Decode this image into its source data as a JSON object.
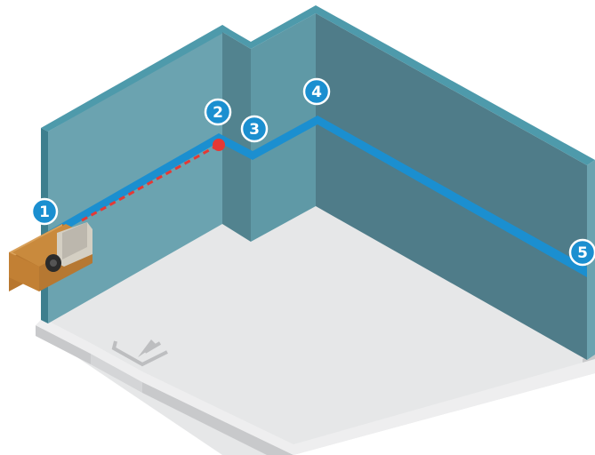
{
  "colors": {
    "background": "#ffffff",
    "wall_light": "#6ba3b0",
    "wall_mid": "#5a939f",
    "wall_dark": "#4f7c89",
    "wall_top": "#3f8ea0",
    "floor": "#e6e7e8",
    "floor_edge": "#c8c9cb",
    "laser_line": "#1b8fd0",
    "laser_beam": "#e53935",
    "marker_fill": "#1b8fd0",
    "device_body": "#c8893a",
    "device_face": "#d7d0c2"
  },
  "markers": [
    {
      "id": "1",
      "label": "1"
    },
    {
      "id": "2",
      "label": "2"
    },
    {
      "id": "3",
      "label": "3"
    },
    {
      "id": "4",
      "label": "4"
    },
    {
      "id": "5",
      "label": "5"
    }
  ],
  "icons": {
    "device": "laser-distance-meter-icon",
    "floor_arrow": "arrow-down-left-icon"
  }
}
